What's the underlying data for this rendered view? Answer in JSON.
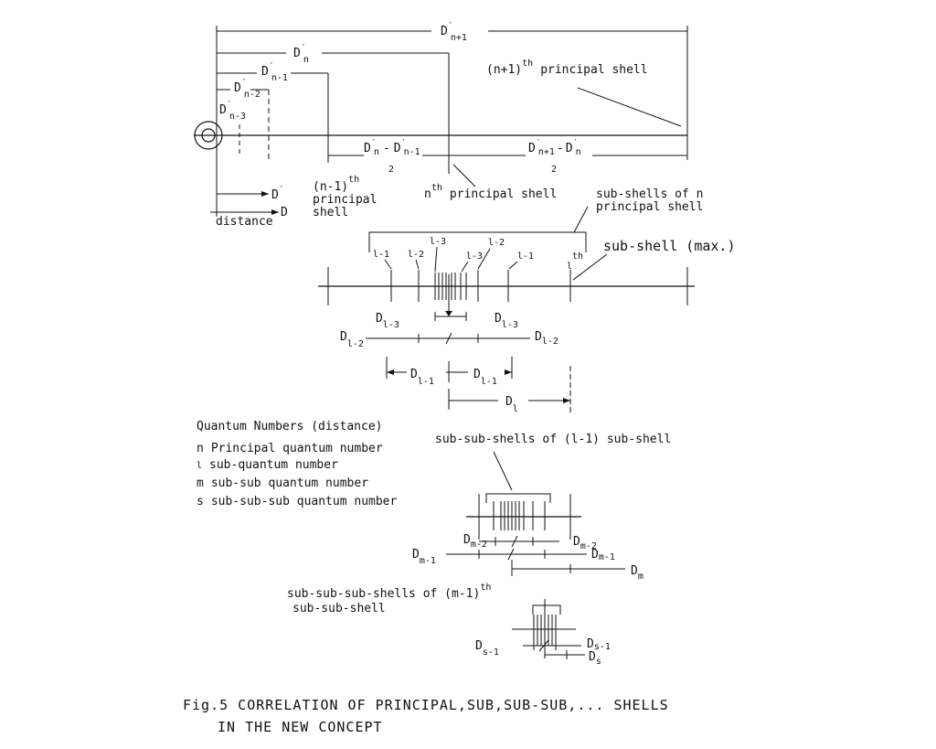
{
  "labels": {
    "d": "D",
    "prime": "′",
    "n_plus_1": "n+1",
    "n": "n",
    "n_minus_1": "n-1",
    "n_minus_2": "n-2",
    "n_minus_3": "n-3",
    "two": "2",
    "nplus1_shell_a": "(n+1)",
    "nplus1_shell_sup": "th",
    "nplus1_shell_b": "principal shell",
    "nminus1_shell_a": "(n-1)",
    "nminus1_shell_sup": "th",
    "nminus1_shell_b": "principal",
    "nminus1_shell_c": "shell",
    "nth_a": "n",
    "nth_sup": "th",
    "nth_b": "principal shell",
    "distance": "distance",
    "subshells_n_a": "sub-shells of n",
    "subshells_n_b": "principal shell",
    "subshell_max": "sub-shell (max.)",
    "l_minus_1": "l-1",
    "l_minus_2": "l-2",
    "l_minus_3": "l-3",
    "l": "l",
    "l_th": "th",
    "m_minus_1": "m-1",
    "m_minus_2": "m-2",
    "m": "m",
    "s_minus_1": "s-1",
    "s": "s",
    "subsub_of": "sub-sub-shells of (l-1)   sub-shell",
    "subsubsub_a": "sub-sub-sub-shells of (m-1)",
    "subsubsub_sup": "th",
    "subsubsub_b": "sub-sub-shell"
  },
  "legend": {
    "title": "Quantum Numbers (distance)",
    "items": [
      {
        "symbol": "n",
        "text": "Principal quantum number"
      },
      {
        "symbol": "l",
        "text": "sub-quantum number"
      },
      {
        "symbol": "m",
        "text": "sub-sub quantum number"
      },
      {
        "symbol": "s",
        "text": "sub-sub-sub quantum number"
      }
    ]
  },
  "caption": {
    "line1": "Fig.5 CORRELATION OF PRINCIPAL,SUB,SUB-SUB,... SHELLS",
    "line2": "IN THE NEW CONCEPT"
  }
}
